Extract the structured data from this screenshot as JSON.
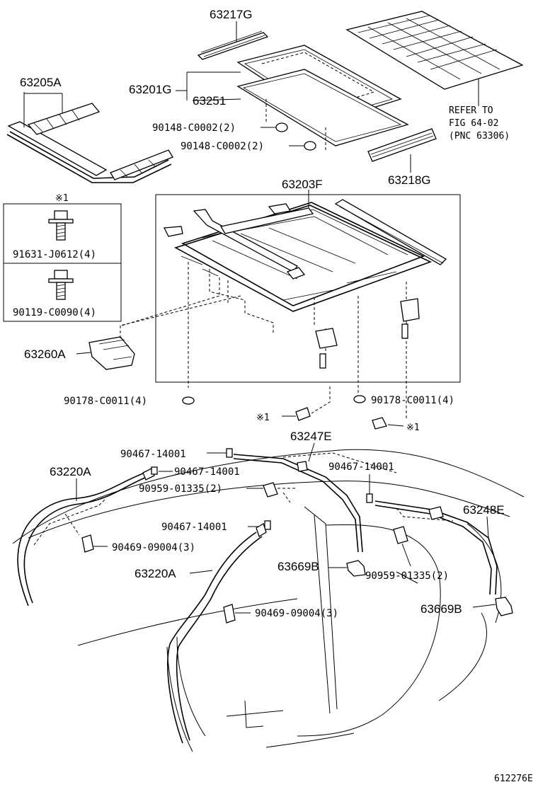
{
  "labels": {
    "p63217G": "63217G",
    "p63205A": "63205A",
    "p63201G": "63201G",
    "p63251": "63251",
    "p90148a": "90148-C0002(2)",
    "p90148b": "90148-C0002(2)",
    "refer1": "REFER TO",
    "refer2": "FIG 64-02",
    "refer3": "(PNC 63306)",
    "p63218G": "63218G",
    "p63203F": "63203F",
    "note1": "※1",
    "p91631": "91631-J0612(4)",
    "p90119": "90119-C0090(4)",
    "p63260A": "63260A",
    "p90178a": "90178-C0011(4)",
    "p90178b": "90178-C0011(4)",
    "note2": "※1",
    "note3": "※1",
    "p63247E": "63247E",
    "p90467a": "90467-14001",
    "p90467b": "90467-14001",
    "p90467c": "90467-14001",
    "p90467d": "90467-14001",
    "p63220Aa": "63220A",
    "p90959a": "90959-01335(2)",
    "p63248E": "63248E",
    "p90469a": "90469-09004(3)",
    "p63669Ba": "63669B",
    "p63220Ab": "63220A",
    "p90959b": "90959-01335(2)",
    "p63669Bb": "63669B",
    "p90469b": "90469-09004(3)",
    "code": "612276E"
  }
}
